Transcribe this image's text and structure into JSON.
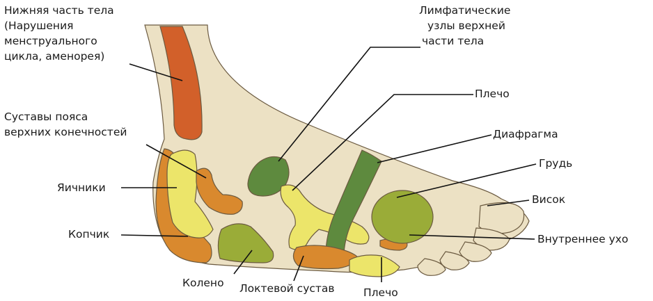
{
  "colors": {
    "skin": "#ece1c4",
    "outline": "#6b5a40",
    "orange_dark": "#d2602a",
    "orange": "#d9892e",
    "yellow": "#ece56a",
    "olive": "#9aac38",
    "green": "#5e8a3e"
  },
  "labels": {
    "lower_body": [
      "Нижняя часть тела",
      "(Нарушения",
      "менструального",
      "цикла, аменорея)"
    ],
    "lymph": [
      "Лимфатические",
      "узлы верхней",
      "части тела"
    ],
    "shoulder_top": "Плечо",
    "shoulder_girdle": [
      "Суставы пояса",
      "верхних конечностей"
    ],
    "diaphragm": "Диафрагма",
    "chest": "Грудь",
    "ovaries": "Яичники",
    "temple": "Висок",
    "coccyx": "Копчик",
    "inner_ear": "Внутреннее ухо",
    "knee": "Колено",
    "elbow": "Локтевой сустав",
    "shoulder_bottom": "Плечо"
  }
}
